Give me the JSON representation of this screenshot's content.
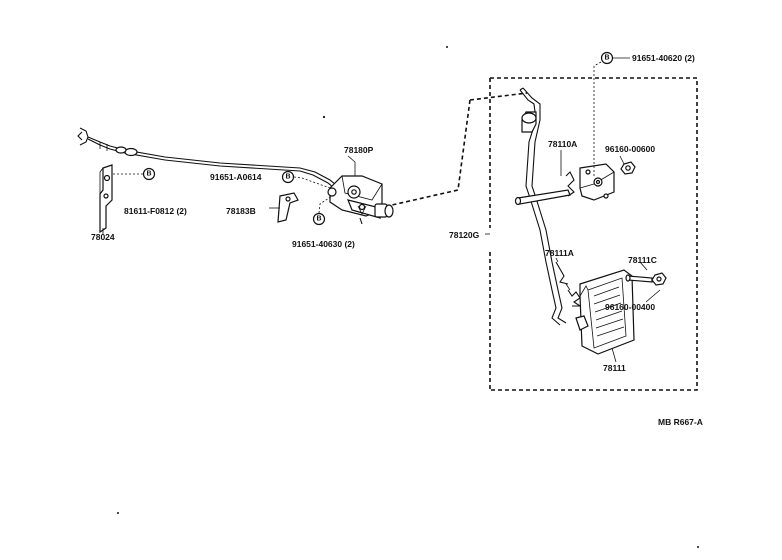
{
  "callouts": {
    "bolt_symbol": "B",
    "part_91651_40620": "91651-40620 (2)",
    "part_96160_00600": "96160-00600",
    "part_78110A": "78110A",
    "part_78180P": "78180P",
    "part_91651_A0614": "91651-A0614",
    "part_78183B": "78183B",
    "part_81611_F0812": "81611-F0812 (2)",
    "part_78024": "78024",
    "part_91651_40630": "91651-40630 (2)",
    "part_78120G": "78120G",
    "part_78111A": "78111A",
    "part_78111C": "78111C",
    "part_96160_00400": "96160-00400",
    "part_78111": "78111"
  },
  "drawing_code": "MB R667-A"
}
